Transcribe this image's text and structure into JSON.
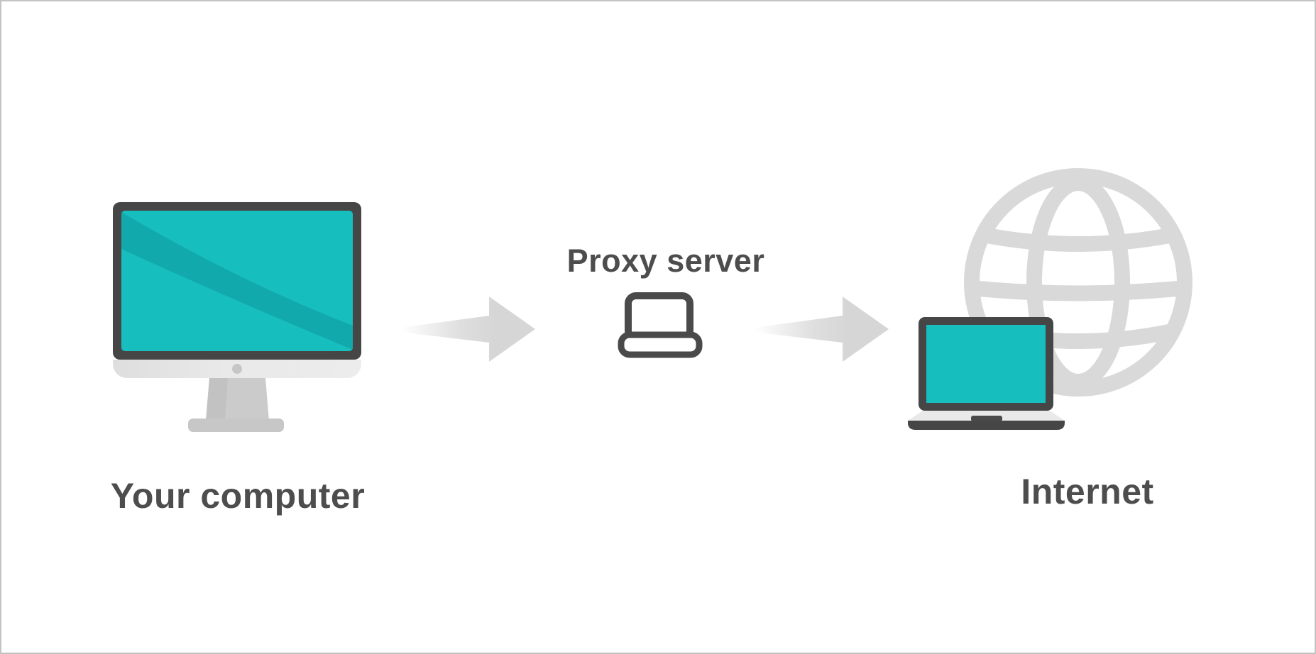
{
  "diagram": {
    "description": "How a proxy server works",
    "nodes": [
      {
        "id": "your-computer",
        "label": "Your computer",
        "icon": "desktop-computer-icon"
      },
      {
        "id": "proxy-server",
        "label": "Proxy server",
        "icon": "laptop-outline-icon"
      },
      {
        "id": "internet",
        "label": "Internet",
        "icon": "laptop-with-globe-icon"
      }
    ],
    "connections": [
      {
        "from": "your-computer",
        "to": "proxy-server",
        "type": "arrow-right"
      },
      {
        "from": "proxy-server",
        "to": "internet",
        "type": "arrow-right"
      }
    ]
  },
  "colors": {
    "screen_teal": "#17bebe",
    "screen_teal_shade": "#12a9ad",
    "device_dark_gray": "#464646",
    "icon_outline_gray": "#4a4a4a",
    "muted_gray": "#d9d9d9",
    "arrow_gray": "#d6d6d6",
    "hardware_light_gray": "#e9e9e9",
    "stand_gray": "#c9c9c9",
    "label_text": "#4d4d4d",
    "canvas_border": "#c3c3c3",
    "background": "#ffffff"
  }
}
